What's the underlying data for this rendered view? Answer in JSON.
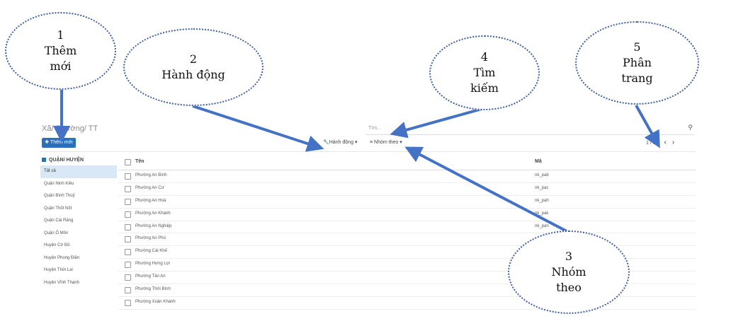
{
  "page": {
    "breadcrumb": "Xã/ Phường/ TT",
    "add_button": "Thêm mới",
    "action_button": "Hành động",
    "group_button": "Nhóm theo",
    "search_placeholder": "Tìm...",
    "pager": {
      "range": "1",
      "total": "83",
      "separator": "/"
    }
  },
  "sidebar": {
    "title": "QUẬN/ HUYỆN",
    "items": [
      {
        "label": "Tất cả",
        "active": true
      },
      {
        "label": "Quận Ninh Kiều"
      },
      {
        "label": "Quận Bình Thuỷ"
      },
      {
        "label": "Quận Thốt Nốt"
      },
      {
        "label": "Quận Cái Răng"
      },
      {
        "label": "Quận Ô Môn"
      },
      {
        "label": "Huyện Cờ Đỏ"
      },
      {
        "label": "Huyện Phong Điền"
      },
      {
        "label": "Huyện Thới Lai"
      },
      {
        "label": "Huyện Vĩnh Thạnh"
      }
    ]
  },
  "table": {
    "columns": [
      "Tên",
      "Mã"
    ],
    "rows": [
      {
        "name": "Phường An Bình",
        "code": "nk_pab"
      },
      {
        "name": "Phường An Cư",
        "code": "nk_pac"
      },
      {
        "name": "Phường An Hoà",
        "code": "nk_pah"
      },
      {
        "name": "Phường An Khánh",
        "code": "nk_pak"
      },
      {
        "name": "Phường An Nghiệp",
        "code": "nk_pan"
      },
      {
        "name": "Phường An Phú",
        "code": ""
      },
      {
        "name": "Phường Cái Khế",
        "code": ""
      },
      {
        "name": "Phường Hưng Lợi",
        "code": ""
      },
      {
        "name": "Phường Tân An",
        "code": ""
      },
      {
        "name": "Phường Thới Bình",
        "code": ""
      },
      {
        "name": "Phường Xuân Khánh",
        "code": ""
      }
    ]
  },
  "annotations": [
    {
      "number": "1",
      "text": "Thêm\nmới"
    },
    {
      "number": "2",
      "text": "Hành động"
    },
    {
      "number": "3",
      "text": "Nhóm\ntheo"
    },
    {
      "number": "4",
      "text": "Tìm\nkiếm"
    },
    {
      "number": "5",
      "text": "Phân\ntrang"
    }
  ],
  "colors": {
    "accent": "#2a6fba",
    "annotation": "#4472c4",
    "active_bg": "#d9e8f6"
  }
}
